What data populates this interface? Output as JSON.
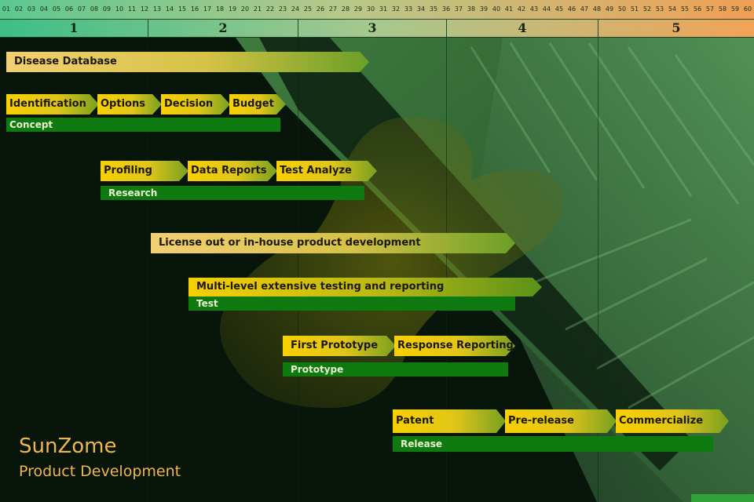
{
  "months": [
    "01",
    "02",
    "03",
    "04",
    "05",
    "06",
    "07",
    "08",
    "09",
    "10",
    "11",
    "12",
    "13",
    "14",
    "15",
    "16",
    "17",
    "18",
    "19",
    "20",
    "21",
    "22",
    "23",
    "24",
    "25",
    "26",
    "27",
    "28",
    "29",
    "30",
    "31",
    "32",
    "33",
    "34",
    "35",
    "36",
    "37",
    "38",
    "39",
    "40",
    "41",
    "42",
    "43",
    "44",
    "45",
    "46",
    "47",
    "48",
    "49",
    "50",
    "51",
    "52",
    "53",
    "54",
    "55",
    "56",
    "57",
    "58",
    "59",
    "60"
  ],
  "years": [
    "1",
    "2",
    "3",
    "4",
    "5"
  ],
  "tasks": {
    "disease_database": "Disease Database",
    "identification": "Identification",
    "options": "Options",
    "decision": "Decision",
    "budget": "Budget",
    "profiling": "Profiling",
    "data_reports": "Data Reports",
    "test_analyze": "Test Analyze",
    "license": "License out or in-house product development",
    "multilevel": "Multi-level  extensive testing and reporting",
    "first_prototype": "First Prototype",
    "response_reporting": "Response Reporting",
    "patent": "Patent",
    "pre_release": "Pre-release",
    "commercialize": "Commercialize"
  },
  "phases": {
    "concept": "Concept",
    "research": "Research",
    "test": "Test",
    "prototype": "Prototype",
    "release": "Release"
  },
  "brand": {
    "name": "SunZome",
    "subtitle": "Product Development"
  },
  "colors": {
    "phase_bar": "#0e7a10",
    "task_arrow": "#f8d000",
    "brand_text": "#f0b64c"
  }
}
